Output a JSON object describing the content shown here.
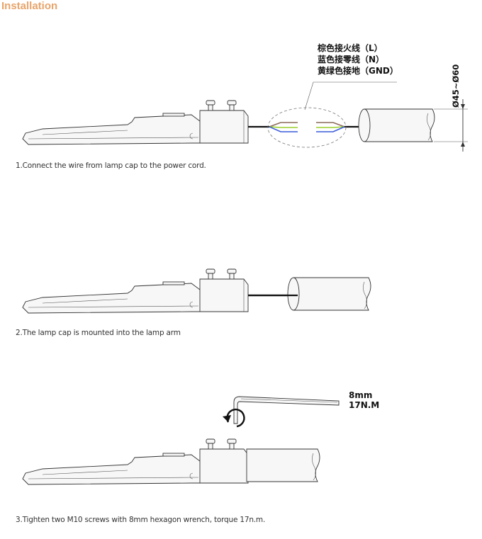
{
  "page": {
    "title": "Installation"
  },
  "step1": {
    "caption": "1.Connect the wire from lamp cap to the power cord.",
    "wires": [
      {
        "label": "棕色接火线（L）",
        "color": "#8b6a5a"
      },
      {
        "label": "蓝色接零线（N）",
        "color": "#3a5bd9"
      },
      {
        "label": "黄绿色接地（GND）",
        "color": "#9ad12a"
      }
    ],
    "dimension": "Ø45~Ø60"
  },
  "step2": {
    "caption": "2.The lamp cap is mounted into the lamp arm"
  },
  "step3": {
    "caption": "3.Tighten two M10 screws with 8mm hexagon wrench, torque 17n.m.",
    "wrench_size": "8mm",
    "torque": "17N.M"
  }
}
